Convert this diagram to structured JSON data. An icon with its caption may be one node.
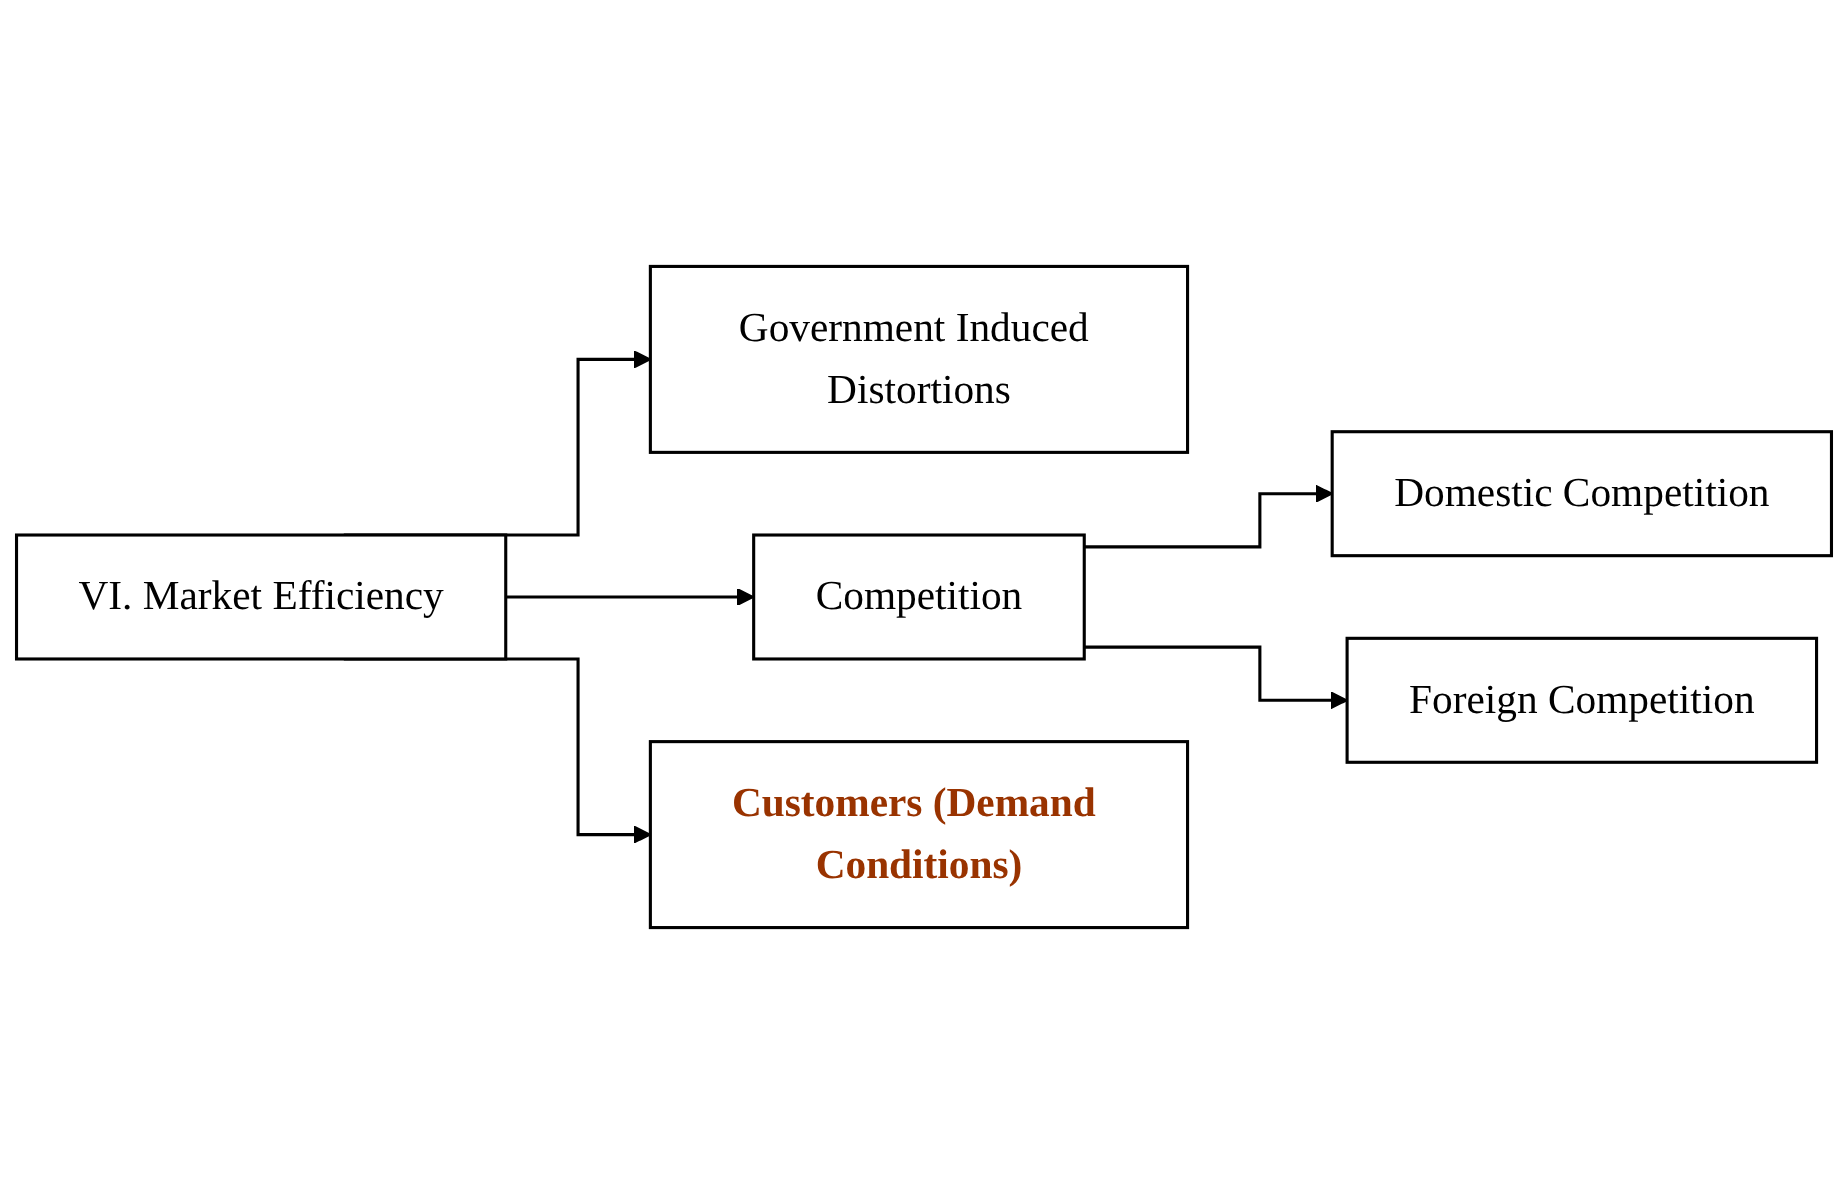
{
  "diagram": {
    "nodes": [
      {
        "text": [
          "VI. Market Efficiency"
        ]
      },
      {
        "text": [
          "Government Induced Distortions"
        ]
      },
      {
        "text": [
          "Competition"
        ]
      },
      {
        "text": [
          "Domestic Competition"
        ]
      },
      {
        "text": [
          "Foreign Competition"
        ]
      },
      {
        "text": [
          "Customers (Demand Conditions)"
        ]
      }
    ],
    "edges": [
      {
        "from": 0,
        "to": 1,
        "arrow": "to"
      },
      {
        "from": 0,
        "to": 2,
        "arrow": "to"
      },
      {
        "from": 0,
        "to": 5,
        "arrow": "to"
      },
      {
        "from": 2,
        "to": 3,
        "arrow": "to"
      },
      {
        "from": 2,
        "to": 4,
        "arrow": "to"
      }
    ]
  }
}
